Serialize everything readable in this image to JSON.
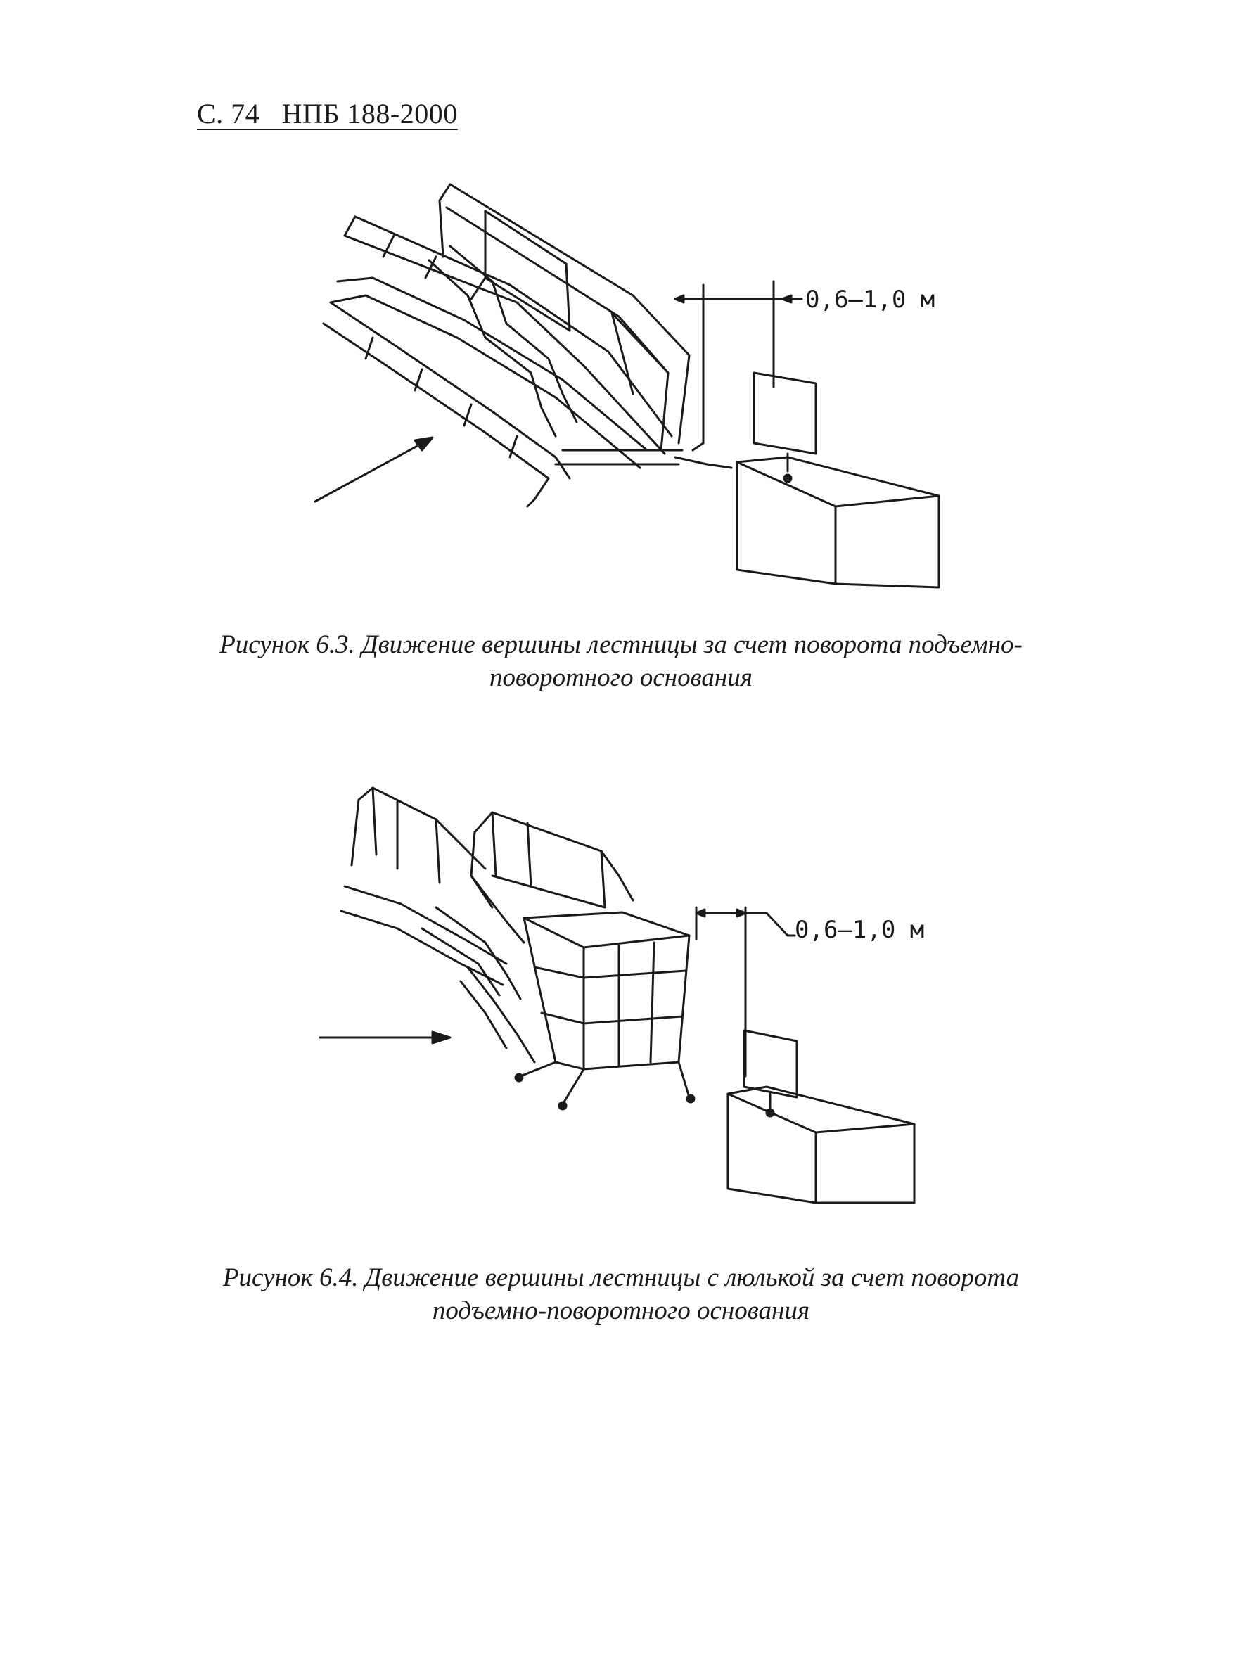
{
  "page": {
    "header": "С. 74   НПБ 188-2000"
  },
  "figure_1": {
    "dimension_label": "0,6–1,0 м",
    "caption_line1": "Рисунок 6.3. Движение вершины лестницы за счет поворота подъемно-",
    "caption_line2": "поворотного основания"
  },
  "figure_2": {
    "dimension_label": "0,6–1,0 м",
    "caption_line1": "Рисунок 6.4. Движение вершины лестницы  с люлькой за счет поворота",
    "caption_line2": "подъемно-поворотного основания"
  }
}
